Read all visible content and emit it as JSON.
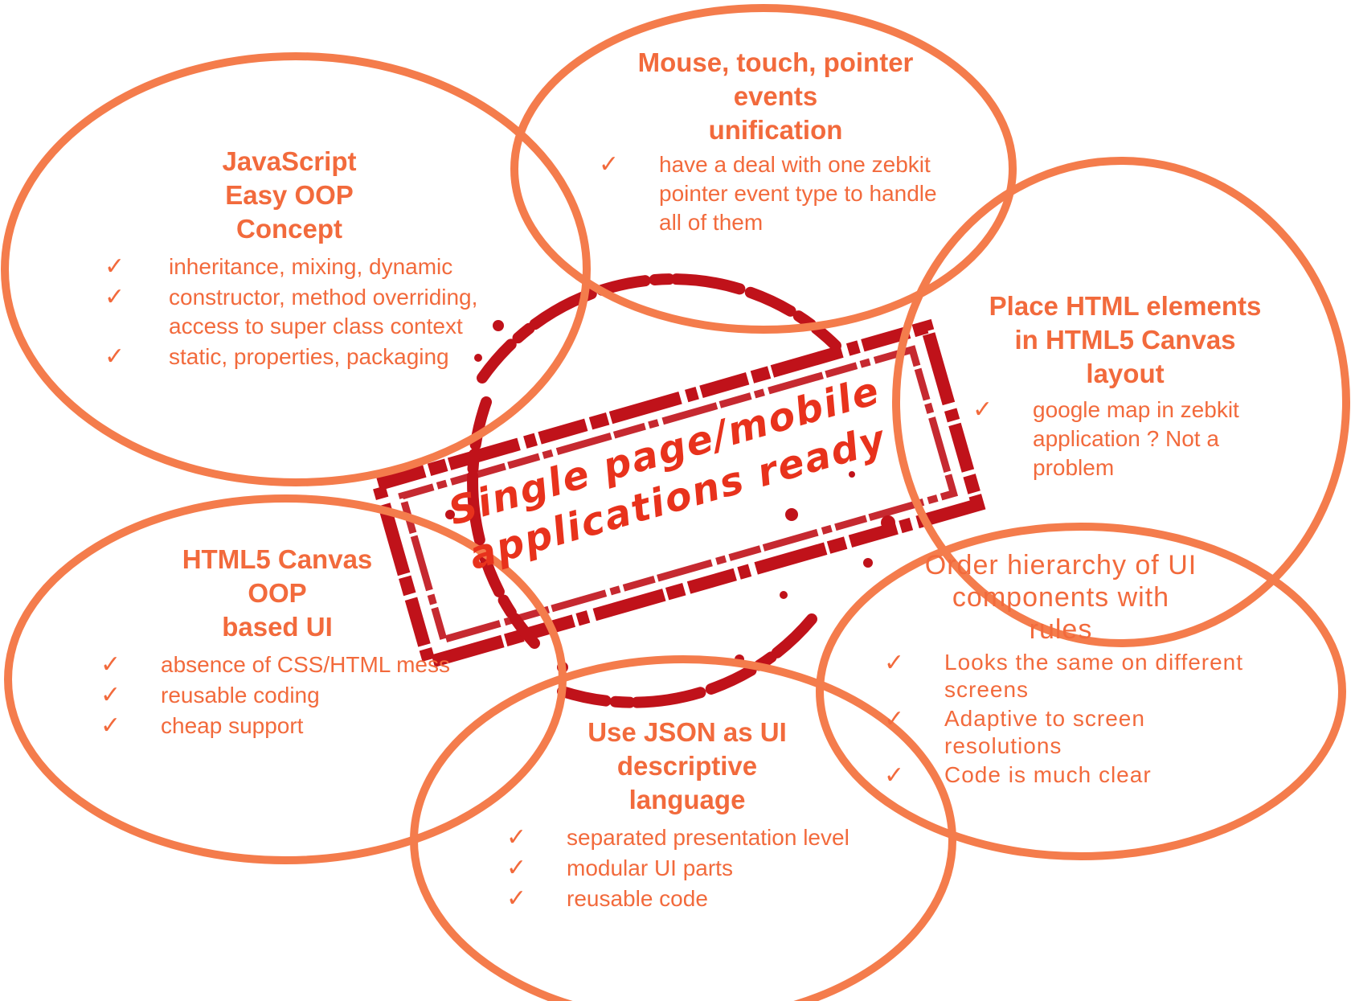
{
  "colors": {
    "ring": "#f47c4c",
    "text": "#f26a3c",
    "stamp": "#c0121a",
    "stamp_text": "#e8321c"
  },
  "stamp": {
    "line1": "Single page/mobile",
    "line2": "applications ready"
  },
  "bubbles": {
    "oop": {
      "title": [
        "JavaScript",
        "Easy OOP",
        "Concept"
      ],
      "items": [
        "inheritance, mixing, dynamic",
        "constructor, method overriding, access to super class context",
        "static, properties, packaging"
      ]
    },
    "pointer": {
      "title": [
        "Mouse, touch, pointer",
        "events",
        "unification"
      ],
      "items": [
        "have a deal with one zebkit pointer event type to handle all of them"
      ]
    },
    "html": {
      "title": [
        "Place HTML elements",
        "in HTML5 Canvas",
        "layout"
      ],
      "items": [
        "google map in zebkit application ? Not a problem"
      ]
    },
    "canvas": {
      "title": [
        "HTML5 Canvas",
        "OOP",
        "based UI"
      ],
      "items": [
        "absence of CSS/HTML mess",
        "reusable coding",
        "cheap support"
      ]
    },
    "json": {
      "title": [
        "Use JSON as UI",
        "descriptive",
        "language"
      ],
      "items": [
        "separated presentation level",
        "modular UI parts",
        "reusable code"
      ]
    },
    "hierarchy": {
      "title": [
        "Order hierarchy of UI",
        "components with",
        "rules"
      ],
      "items": [
        "Looks the same on different screens",
        "Adaptive to screen resolutions",
        "Code is much clear"
      ]
    }
  },
  "check_glyph": "✓"
}
